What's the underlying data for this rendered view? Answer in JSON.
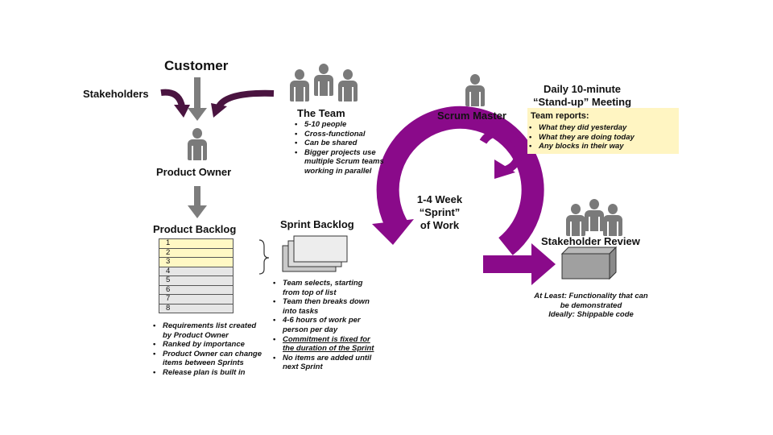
{
  "customer": "Customer",
  "stakeholders": "Stakeholders",
  "product_owner": "Product Owner",
  "product_backlog": {
    "title": "Product Backlog",
    "rows": [
      "1",
      "2",
      "3",
      "4",
      "5",
      "6",
      "7",
      "8"
    ],
    "bullets": [
      "Requirements list created by Product Owner",
      "Ranked by importance",
      "Product Owner can change items between Sprints",
      "Release plan is built in"
    ]
  },
  "team": {
    "title": "The Team",
    "bullets": [
      "5-10 people",
      "Cross-functional",
      "Can be shared",
      "Bigger projects use multiple Scrum teams working in parallel"
    ]
  },
  "sprint_backlog": {
    "title": "Sprint Backlog",
    "bullets": [
      "Team selects, starting from top of list",
      "Team then breaks down into tasks",
      "4-6 hours of work per person per day",
      "Commitment is fixed for the duration of the Sprint",
      "No items are added until next Sprint"
    ]
  },
  "scrum_master": "Scrum Master",
  "sprint_cycle": {
    "line1": "1-4 Week",
    "line2": "“Sprint”",
    "line3": "of Work"
  },
  "standup": {
    "title_line1": "Daily 10-minute",
    "title_line2": "“Stand-up” Meeting",
    "reports_title": "Team reports:",
    "bullets": [
      "What they did yesterday",
      "What they are doing today",
      "Any blocks in their way"
    ]
  },
  "stakeholder_review": {
    "title": "Stakeholder Review",
    "at_least": "At Least: Functionality that can be demonstrated",
    "ideally": "Ideally: Shippable code"
  },
  "colors": {
    "purple": "#8a0a8a",
    "dark_purple": "#4a1440",
    "gray_arrow": "#7d7d7d",
    "note_yellow": "#fff5c2"
  },
  "icons": [
    "person-icon",
    "team-icon",
    "box-icon",
    "curly-brace-icon",
    "document-stack-icon"
  ]
}
